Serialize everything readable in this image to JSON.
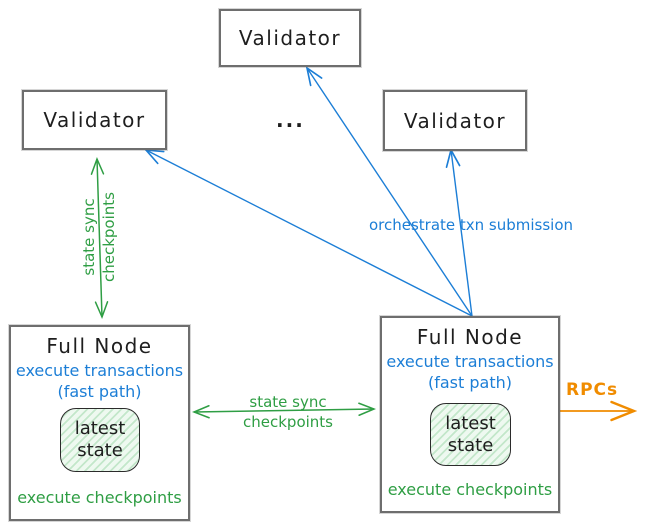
{
  "diagram": {
    "validators": {
      "top_label": "Validator",
      "left_label": "Validator",
      "right_label": "Validator",
      "ellipsis": "..."
    },
    "full_node_left": {
      "title": "Full Node",
      "blue_line1": "execute transactions",
      "blue_line2": "(fast path)",
      "state_line1": "latest",
      "state_line2": "state",
      "footer": "execute checkpoints"
    },
    "full_node_right": {
      "title": "Full Node",
      "blue_line1": "execute transactions",
      "blue_line2": "(fast path)",
      "state_line1": "latest",
      "state_line2": "state",
      "footer": "execute checkpoints"
    },
    "labels": {
      "vertical_sync_line1": "state sync",
      "vertical_sync_line2": "checkpoints",
      "horizontal_sync_line1": "state sync",
      "horizontal_sync_line2": "checkpoints",
      "orchestrate": "orchestrate txn submission",
      "rpcs": "RPCs"
    },
    "colors": {
      "green": "#2f9e44",
      "blue": "#1c7ed6",
      "orange": "#f08c00",
      "box_border": "#6e6e6e",
      "text": "#1e1e1e",
      "state_fill": "#eef9f0",
      "state_hatch": "#c3e7ca"
    }
  }
}
